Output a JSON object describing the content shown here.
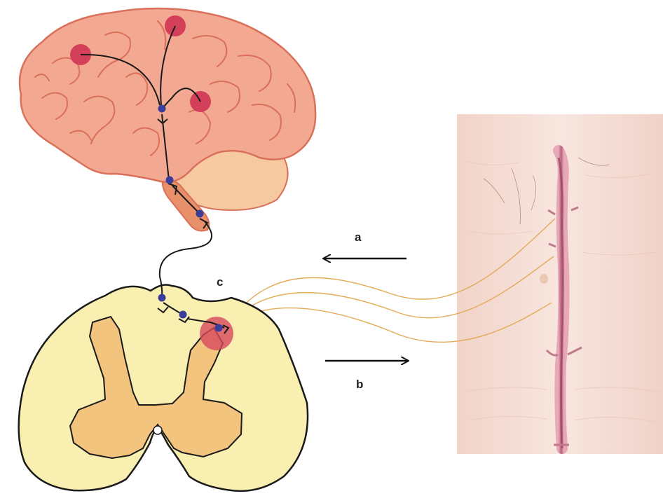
{
  "labels": {
    "a": "a",
    "b": "b",
    "c": "c"
  },
  "colors": {
    "brain_fill": "#f3a892",
    "brain_outline": "#d9705a",
    "cerebellum_fill": "#f7c9a0",
    "brainstem_fill": "#e8906a",
    "cortex_nuclei": "#d4405a",
    "neuron_dot": "#3b3d9a",
    "spinal_cord_fill": "#f8efb0",
    "gray_matter_fill": "#f2c47e",
    "dorsal_horn_highlight": "#d8485c",
    "nerve_fibers": "#e8b26a",
    "skin": "#f6ded6",
    "scar": "#b5607a",
    "arrow": "#111111"
  },
  "icons": {
    "brain": "brain-illustration",
    "spinal_cord": "spinal-cord-cross-section",
    "skin_photo": "midline-scar-photo"
  }
}
